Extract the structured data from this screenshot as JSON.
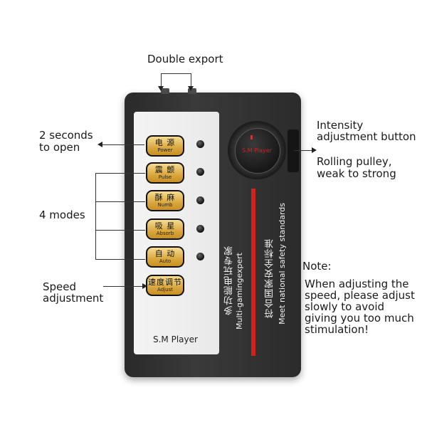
{
  "callouts": {
    "double_export": "Double export",
    "seconds_open_1": "2 seconds",
    "seconds_open_2": "to open",
    "four_modes": "4 modes",
    "speed_1": "Speed",
    "speed_2": "adjustment",
    "intensity_1": "Intensity",
    "intensity_2": "adjustment button",
    "pulley_1": "Rolling pulley,",
    "pulley_2": "weak to strong",
    "note_title": "Note:",
    "note_lines": [
      "When adjusting the",
      "speed, please adjust",
      "slowly to avoid",
      "giving you too much",
      "stimulation!"
    ]
  },
  "device": {
    "buttons": [
      {
        "cn": "电 源",
        "en": "Power"
      },
      {
        "cn": "震 颤",
        "en": "Pulse"
      },
      {
        "cn": "酥 麻",
        "en": "Numb"
      },
      {
        "cn": "吸 星",
        "en": "Absorb"
      },
      {
        "cn": "自 动",
        "en": "Auto"
      },
      {
        "cn": "速度调节",
        "en": "Adjust"
      }
    ],
    "brand": "S.M Player",
    "knob_label": "S.M Player",
    "vertical_cn_1": "多功能电玩专家",
    "vertical_en_1": "Multi-gamingexpert",
    "vertical_cn_2": "符合国家安全标准",
    "vertical_en_2": "Meet national safety standards"
  },
  "colors": {
    "accent_red": "#d0231b",
    "button_gold": "#d9a73e"
  }
}
